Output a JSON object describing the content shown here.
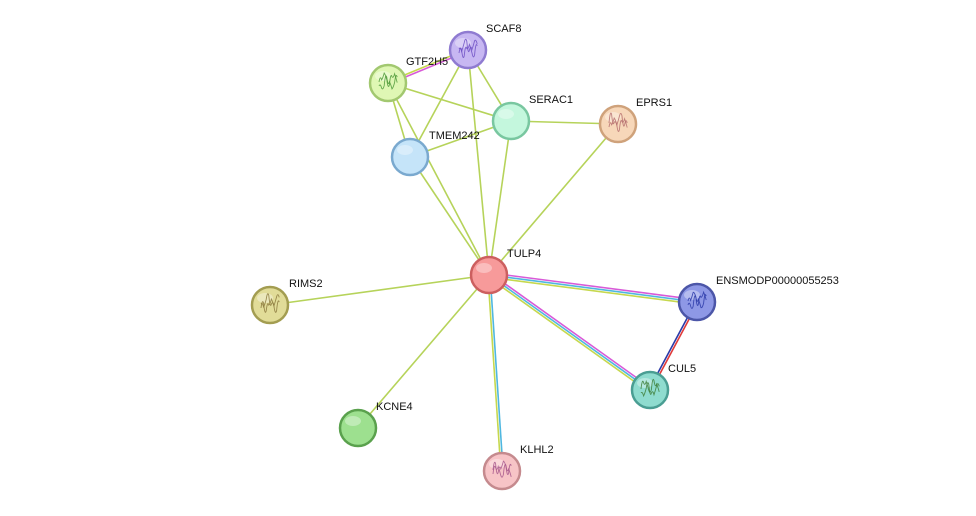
{
  "network": {
    "nodes": [
      {
        "id": "SCAF8",
        "label": "SCAF8",
        "fill": "#c7b7f2",
        "stroke": "#8f7bd1",
        "glyph": true,
        "glyph_color": "#6d4fc4"
      },
      {
        "id": "GTF2H5",
        "label": "GTF2H5",
        "fill": "#dff7b4",
        "stroke": "#a2c870",
        "glyph": true,
        "glyph_color": "#4f9a3a"
      },
      {
        "id": "SERAC1",
        "label": "SERAC1",
        "fill": "#c4f7dd",
        "stroke": "#79c7a0",
        "glyph": false
      },
      {
        "id": "EPRS1",
        "label": "EPRS1",
        "fill": "#f7d7b9",
        "stroke": "#cfa27b",
        "glyph": true,
        "glyph_color": "#b56f6f"
      },
      {
        "id": "TMEM242",
        "label": "TMEM242",
        "fill": "#c5e4f9",
        "stroke": "#7aa9cf",
        "glyph": false
      },
      {
        "id": "TULP4",
        "label": "TULP4",
        "fill": "#f79a9a",
        "stroke": "#cc5f5f",
        "glyph": false
      },
      {
        "id": "RIMS2",
        "label": "RIMS2",
        "fill": "#e1dc98",
        "stroke": "#a39d51",
        "glyph": true,
        "glyph_color": "#8c7a3e"
      },
      {
        "id": "ENSMODP00000055253",
        "label": "ENSMODP00000055253",
        "fill": "#8e98e6",
        "stroke": "#4c56a8",
        "glyph": true,
        "glyph_color": "#2b3aa8"
      },
      {
        "id": "CUL5",
        "label": "CUL5",
        "fill": "#8fdccf",
        "stroke": "#4a9e93",
        "glyph": true,
        "glyph_color": "#3f7f3a"
      },
      {
        "id": "KCNE4",
        "label": "KCNE4",
        "fill": "#9de08f",
        "stroke": "#5aa14d",
        "glyph": false
      },
      {
        "id": "KLHL2",
        "label": "KLHL2",
        "fill": "#f7c4c7",
        "stroke": "#c58a8e",
        "glyph": true,
        "glyph_color": "#a8588c"
      }
    ],
    "edges": [
      {
        "from": "SCAF8",
        "to": "GTF2H5",
        "colors": [
          "#d85ad8",
          "#c6d84e"
        ]
      },
      {
        "from": "SCAF8",
        "to": "SERAC1",
        "colors": [
          "#b6d35a"
        ]
      },
      {
        "from": "SCAF8",
        "to": "TMEM242",
        "colors": [
          "#b6d35a"
        ]
      },
      {
        "from": "SCAF8",
        "to": "TULP4",
        "colors": [
          "#b6d35a"
        ]
      },
      {
        "from": "GTF2H5",
        "to": "SERAC1",
        "colors": [
          "#b6d35a"
        ]
      },
      {
        "from": "GTF2H5",
        "to": "TMEM242",
        "colors": [
          "#b6d35a"
        ]
      },
      {
        "from": "GTF2H5",
        "to": "TULP4",
        "colors": [
          "#b6d35a"
        ]
      },
      {
        "from": "SERAC1",
        "to": "TMEM242",
        "colors": [
          "#b6d35a"
        ]
      },
      {
        "from": "SERAC1",
        "to": "EPRS1",
        "colors": [
          "#b6d35a"
        ]
      },
      {
        "from": "SERAC1",
        "to": "TULP4",
        "colors": [
          "#b6d35a"
        ]
      },
      {
        "from": "TMEM242",
        "to": "TULP4",
        "colors": [
          "#b6d35a"
        ]
      },
      {
        "from": "EPRS1",
        "to": "TULP4",
        "colors": [
          "#b6d35a"
        ]
      },
      {
        "from": "TULP4",
        "to": "RIMS2",
        "colors": [
          "#b6d35a"
        ]
      },
      {
        "from": "TULP4",
        "to": "KCNE4",
        "colors": [
          "#b6d35a"
        ]
      },
      {
        "from": "TULP4",
        "to": "KLHL2",
        "colors": [
          "#4fb7e0",
          "#c6d84e"
        ]
      },
      {
        "from": "TULP4",
        "to": "ENSMODP00000055253",
        "colors": [
          "#d85ad8",
          "#4fb7e0",
          "#c6d84e"
        ]
      },
      {
        "from": "TULP4",
        "to": "CUL5",
        "colors": [
          "#d85ad8",
          "#4fb7e0",
          "#c6d84e"
        ]
      },
      {
        "from": "ENSMODP00000055253",
        "to": "CUL5",
        "colors": [
          "#e03a3a",
          "#2b3aa8"
        ]
      }
    ]
  }
}
